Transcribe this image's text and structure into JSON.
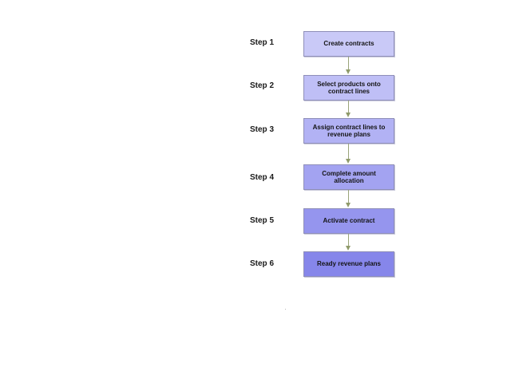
{
  "steps": [
    {
      "label": "Step 1",
      "text": "Create contracts"
    },
    {
      "label": "Step 2",
      "text": "Select products onto contract lines"
    },
    {
      "label": "Step 3",
      "text": "Assign contract lines to revenue plans"
    },
    {
      "label": "Step 4",
      "text": "Complete amount allocation"
    },
    {
      "label": "Step 5",
      "text": "Activate contract"
    },
    {
      "label": "Step 6",
      "text": "Ready revenue plans"
    }
  ],
  "colors": {
    "box_fills": [
      "#c9c9f7",
      "#bfbff6",
      "#b2b2f4",
      "#a3a3f1",
      "#9595ee",
      "#8686ea"
    ],
    "box_border": "#8f8fb8",
    "arrow": "#9aa47a"
  }
}
